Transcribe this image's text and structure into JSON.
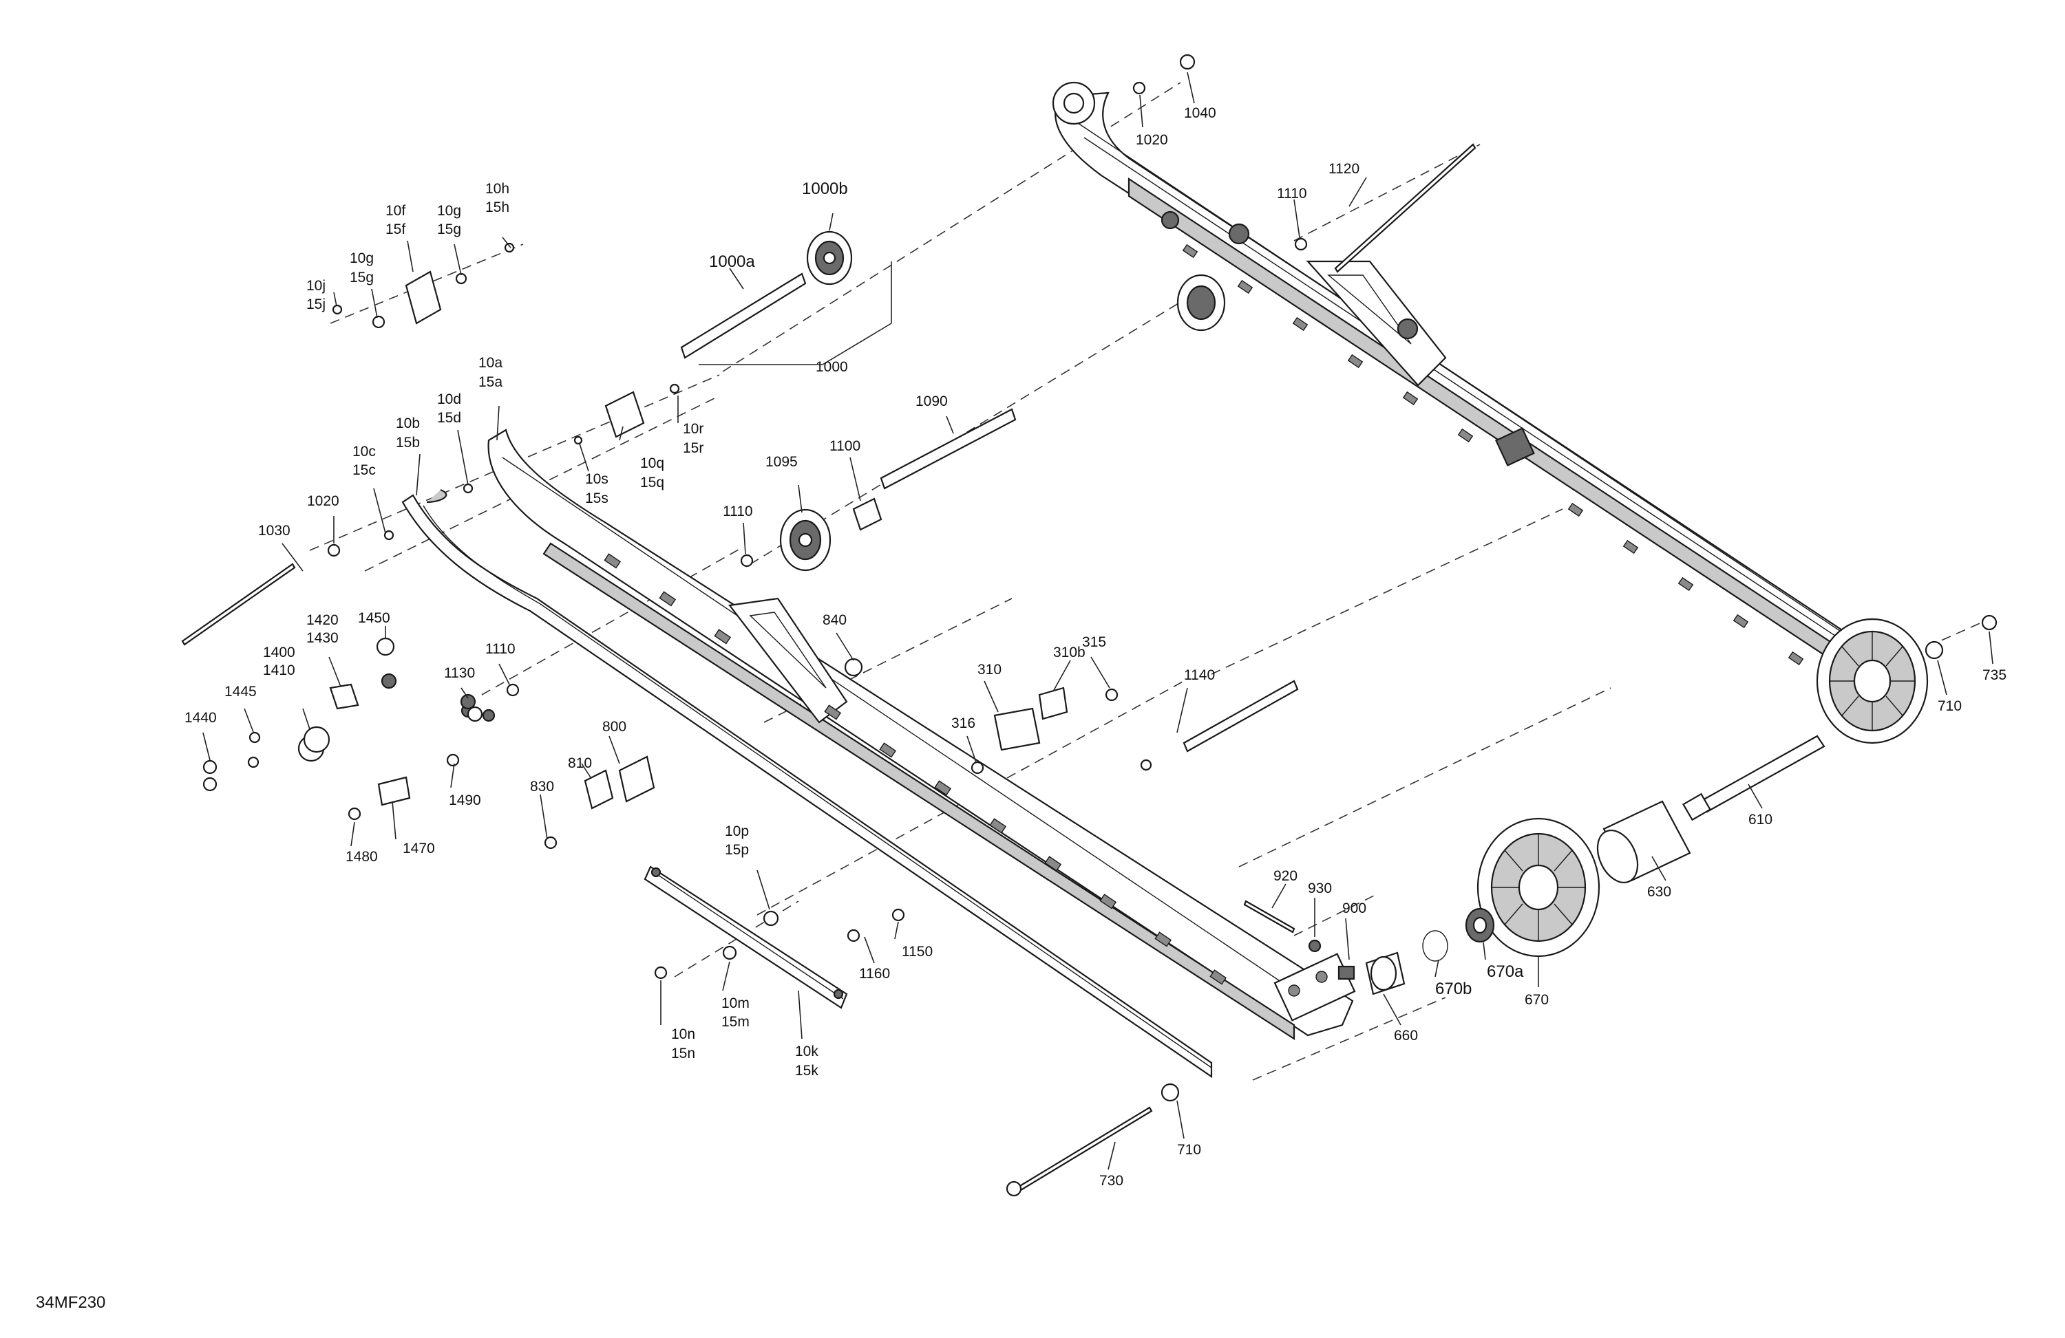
{
  "figure_code": "34MF230",
  "labels": {
    "p1040": "1040",
    "p1020_top": "1020",
    "p1120": "1120",
    "p1110_top": "1110",
    "p1000b": "1000b",
    "p1000a": "1000a",
    "p1000": "1000",
    "p10h": "10h",
    "p15h": "15h",
    "p10f": "10f",
    "p15f": "15f",
    "p10g_a": "10g",
    "p15g_a": "15g",
    "p10g_b": "10g",
    "p15g_b": "15g",
    "p10j": "10j",
    "p15j": "15j",
    "p10a": "10a",
    "p15a": "15a",
    "p10d": "10d",
    "p15d": "15d",
    "p10b": "10b",
    "p15b": "15b",
    "p10c": "10c",
    "p15c": "15c",
    "p10r": "10r",
    "p15r": "15r",
    "p10q": "10q",
    "p15q": "15q",
    "p10s": "10s",
    "p15s": "15s",
    "p1090": "1090",
    "p1100": "1100",
    "p1095": "1095",
    "p1110_mid": "1110",
    "p1020_left": "1020",
    "p1030": "1030",
    "p1420": "1420",
    "p1430": "1430",
    "p1450": "1450",
    "p1400": "1400",
    "p1410": "1410",
    "p1445": "1445",
    "p1440": "1440",
    "p1110_low": "1110",
    "p1130": "1130",
    "p840": "840",
    "p310b": "310b",
    "p315": "315",
    "p310": "310",
    "p316": "316",
    "p1140": "1140",
    "p800": "800",
    "p810": "810",
    "p830": "830",
    "p1490": "1490",
    "p1480": "1480",
    "p1470": "1470",
    "p10p": "10p",
    "p15p": "15p",
    "p10m": "10m",
    "p15m": "15m",
    "p10n": "10n",
    "p15n": "15n",
    "p10k": "10k",
    "p15k": "15k",
    "p1160": "1160",
    "p1150": "1150",
    "p920": "920",
    "p930": "930",
    "p900": "900",
    "p660": "660",
    "p670b": "670b",
    "p670a": "670a",
    "p670": "670",
    "p630": "630",
    "p610": "610",
    "p710_right": "710",
    "p735": "735",
    "p710_low": "710",
    "p730": "730"
  }
}
